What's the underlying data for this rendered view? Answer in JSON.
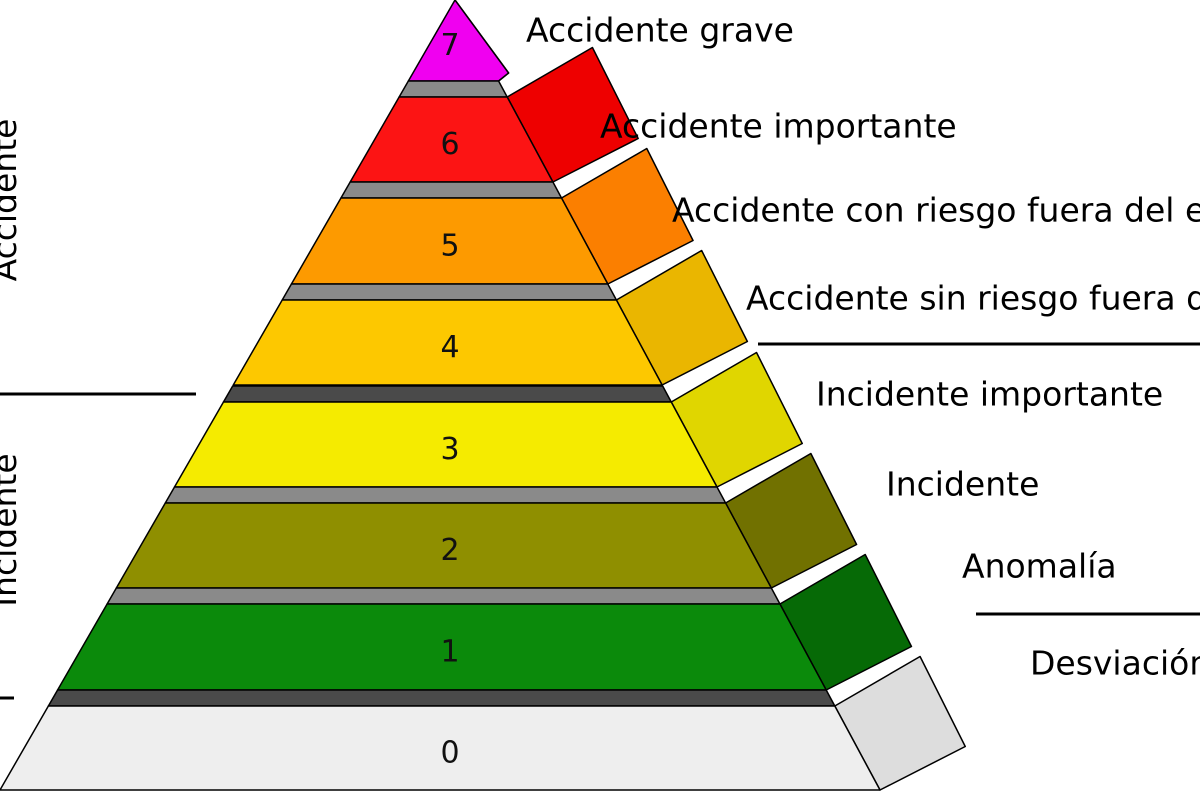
{
  "groups": [
    {
      "label": "Accidente"
    },
    {
      "label": "Incidente"
    }
  ],
  "levels": [
    {
      "number": "0",
      "label": "Desviación",
      "front": "#eeeeee",
      "side": "#dddddd"
    },
    {
      "number": "1",
      "label": "Anomalía",
      "front": "#0b8a0b",
      "side": "#066a06"
    },
    {
      "number": "2",
      "label": "Incidente",
      "front": "#8f8f00",
      "side": "#717100"
    },
    {
      "number": "3",
      "label": "Incidente importante",
      "front": "#f5eb00",
      "side": "#e0d600"
    },
    {
      "number": "4",
      "label": "Accidente sin riesgo fuera del emplazamiento",
      "front": "#fdc800",
      "side": "#eab600"
    },
    {
      "number": "5",
      "label": "Accidente con riesgo fuera del emplazamiento",
      "front": "#fd9a00",
      "side": "#fb7f00"
    },
    {
      "number": "6",
      "label": "Accidente importante",
      "front": "#fc1414",
      "side": "#ee0000"
    },
    {
      "number": "7",
      "label": "Accidente grave",
      "front": "#f000f0",
      "side": "#d200d2"
    }
  ],
  "colors": {
    "gap_light": "#8a8a8a",
    "gap_dark": "#4a4a4a",
    "outline": "#000000"
  }
}
